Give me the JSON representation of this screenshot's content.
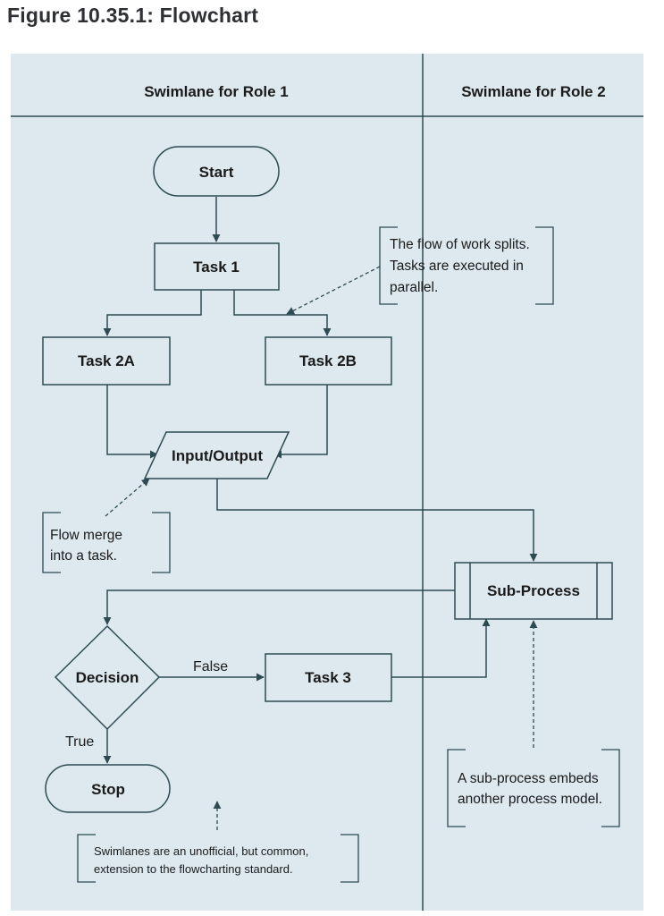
{
  "figure_title": "Figure 10.35.1: Flowchart",
  "colors": {
    "background": "#dde9ef",
    "stroke": "#2e4a53",
    "text": "#1a1a1a"
  },
  "swimlanes": [
    {
      "label": "Swimlane for Role 1"
    },
    {
      "label": "Swimlane for Role 2"
    }
  ],
  "nodes": {
    "start": "Start",
    "task1": "Task 1",
    "task2a": "Task 2A",
    "task2b": "Task 2B",
    "io": "Input/Output",
    "subprocess": "Sub-Process",
    "decision": "Decision",
    "task3": "Task 3",
    "stop": "Stop"
  },
  "edge_labels": {
    "false": "False",
    "true": "True"
  },
  "annotations": {
    "split": [
      "The flow of work splits.",
      "Tasks are executed in",
      "parallel."
    ],
    "merge": [
      "Flow merge",
      "into a task."
    ],
    "subprocess": [
      "A sub-process embeds",
      "another process model."
    ],
    "swimlanes": [
      "Swimlanes are an unofficial, but common,",
      "extension to the flowcharting standard."
    ]
  }
}
